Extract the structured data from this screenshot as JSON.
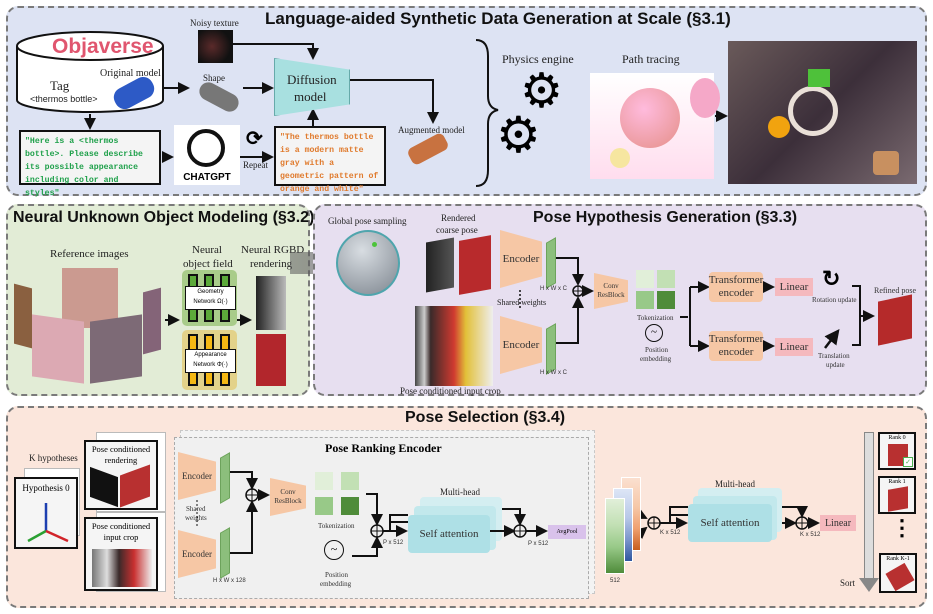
{
  "panels": {
    "synthetic": {
      "title": "Language-aided Synthetic Data Generation at Scale (§3.1)",
      "bg": "#dde3f3",
      "objaverse_label": "Objaverse",
      "original_model_label": "Original model",
      "tag_label": "Tag",
      "tag_value": "<thermos bottle>",
      "noisy_texture_label": "Noisy texture",
      "shape_label": "Shape",
      "diffusion_label_1": "Diffusion",
      "diffusion_label_2": "model",
      "augmented_model_label": "Augmented model",
      "prompt_text": "\"Here is a <thermos bottle>. Please describe its possible appearance including color and styles\"",
      "chatgpt_label": "CHATGPT",
      "repeat_label": "Repeat",
      "response_text": "\"The thermos bottle is a modern matte gray with a geometric pattern of orange and white\"",
      "physics_engine_label": "Physics engine",
      "path_tracing_label": "Path tracing",
      "colors": {
        "prompt": "#1ea04a",
        "response": "#e07a2c",
        "diffusion": "#a8e0e0"
      }
    },
    "neural": {
      "title": "Neural Unknown Object Modeling (§3.2)",
      "bg": "#e2ecd6",
      "reference_images_label": "Reference images",
      "object_field_label_1": "Neural",
      "object_field_label_2": "object field",
      "rgbd_label_1": "Neural RGBD",
      "rgbd_label_2": "rendering",
      "geometry_network_1": "Geometry",
      "geometry_network_2": "Network Ω(·)",
      "appearance_network_1": "Appearance",
      "appearance_network_2": "Network Φ(·)"
    },
    "hypothesis": {
      "title": "Pose Hypothesis Generation (§3.3)",
      "bg": "#e7dff0",
      "global_pose_label": "Global pose sampling",
      "rendered_coarse_1": "Rendered",
      "rendered_coarse_2": "coarse pose",
      "encoder_label": "Encoder",
      "dim_label": "H x W x C",
      "shared_weights_label": "Shared weights",
      "conv_label_1": "Conv",
      "conv_label_2": "ResBlock",
      "tokenization_label": "Tokenization",
      "position_label_1": "Position",
      "position_label_2": "embedding",
      "transformer_label_1": "Transformer",
      "transformer_label_2": "encoder",
      "linear_label": "Linear",
      "rotation_update_label": "Rotation update",
      "translation_update_1": "Translation",
      "translation_update_2": "update",
      "refined_pose_label": "Refined pose",
      "input_crop_label": "Pose conditioned input crop"
    },
    "selection": {
      "title": "Pose Selection (§3.4)",
      "bg": "#fbe6dc",
      "k_hypotheses_label": "K hypotheses",
      "hypothesis0_label": "Hypothesis 0",
      "pc_rendering_1": "Pose conditioned",
      "pc_rendering_2": "rendering",
      "pc_crop_1": "Pose conditioned",
      "pc_crop_2": "input crop",
      "ranking_encoder_title": "Pose Ranking Encoder",
      "encoder_label": "Encoder",
      "shared_weights_1": "Shared",
      "shared_weights_2": "weights",
      "dim_128": "H x W x 128",
      "conv_label_1": "Conv",
      "conv_label_2": "ResBlock",
      "tokenization_label": "Tokenization",
      "position_label_1": "Position",
      "position_label_2": "embedding",
      "multihead_label": "Multi-head",
      "self_attention_label": "Self attention",
      "p512_label": "P x 512",
      "avgpool_label": "AvgPool",
      "dim_512": "512",
      "k512_label": "K x 512",
      "linear_label": "Linear",
      "sort_label": "Sort",
      "ranks": [
        "Rank 0",
        "Rank 1",
        "Rank K-1"
      ],
      "dots": "⋮"
    }
  }
}
